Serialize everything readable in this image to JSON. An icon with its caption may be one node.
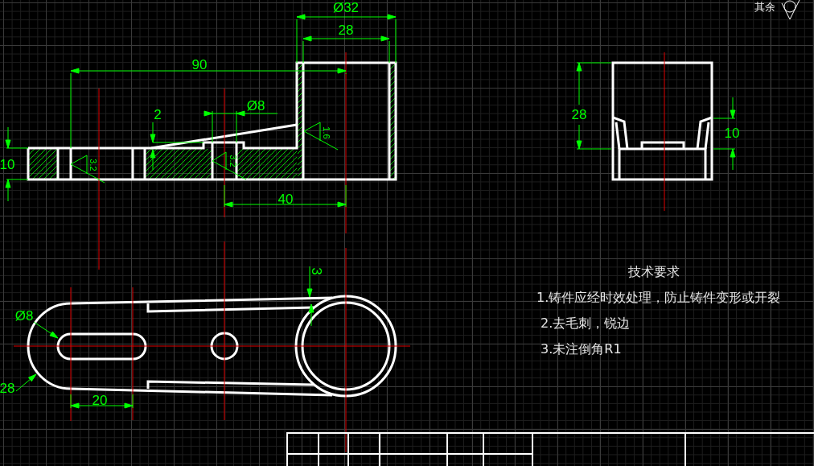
{
  "diagram": {
    "labels": [
      "Ø32",
      "其余",
      "28",
      "90",
      "2",
      "Ø8",
      "28",
      "1.6",
      "10",
      "10",
      "3.2",
      "3.2",
      "40",
      "3",
      "技术要求",
      "Ø8",
      "1.铸件应经时效处理，防止铸件变形或开裂",
      "2.去毛刺，锐边",
      "28",
      "3.未注倒角R1",
      "20"
    ]
  }
}
